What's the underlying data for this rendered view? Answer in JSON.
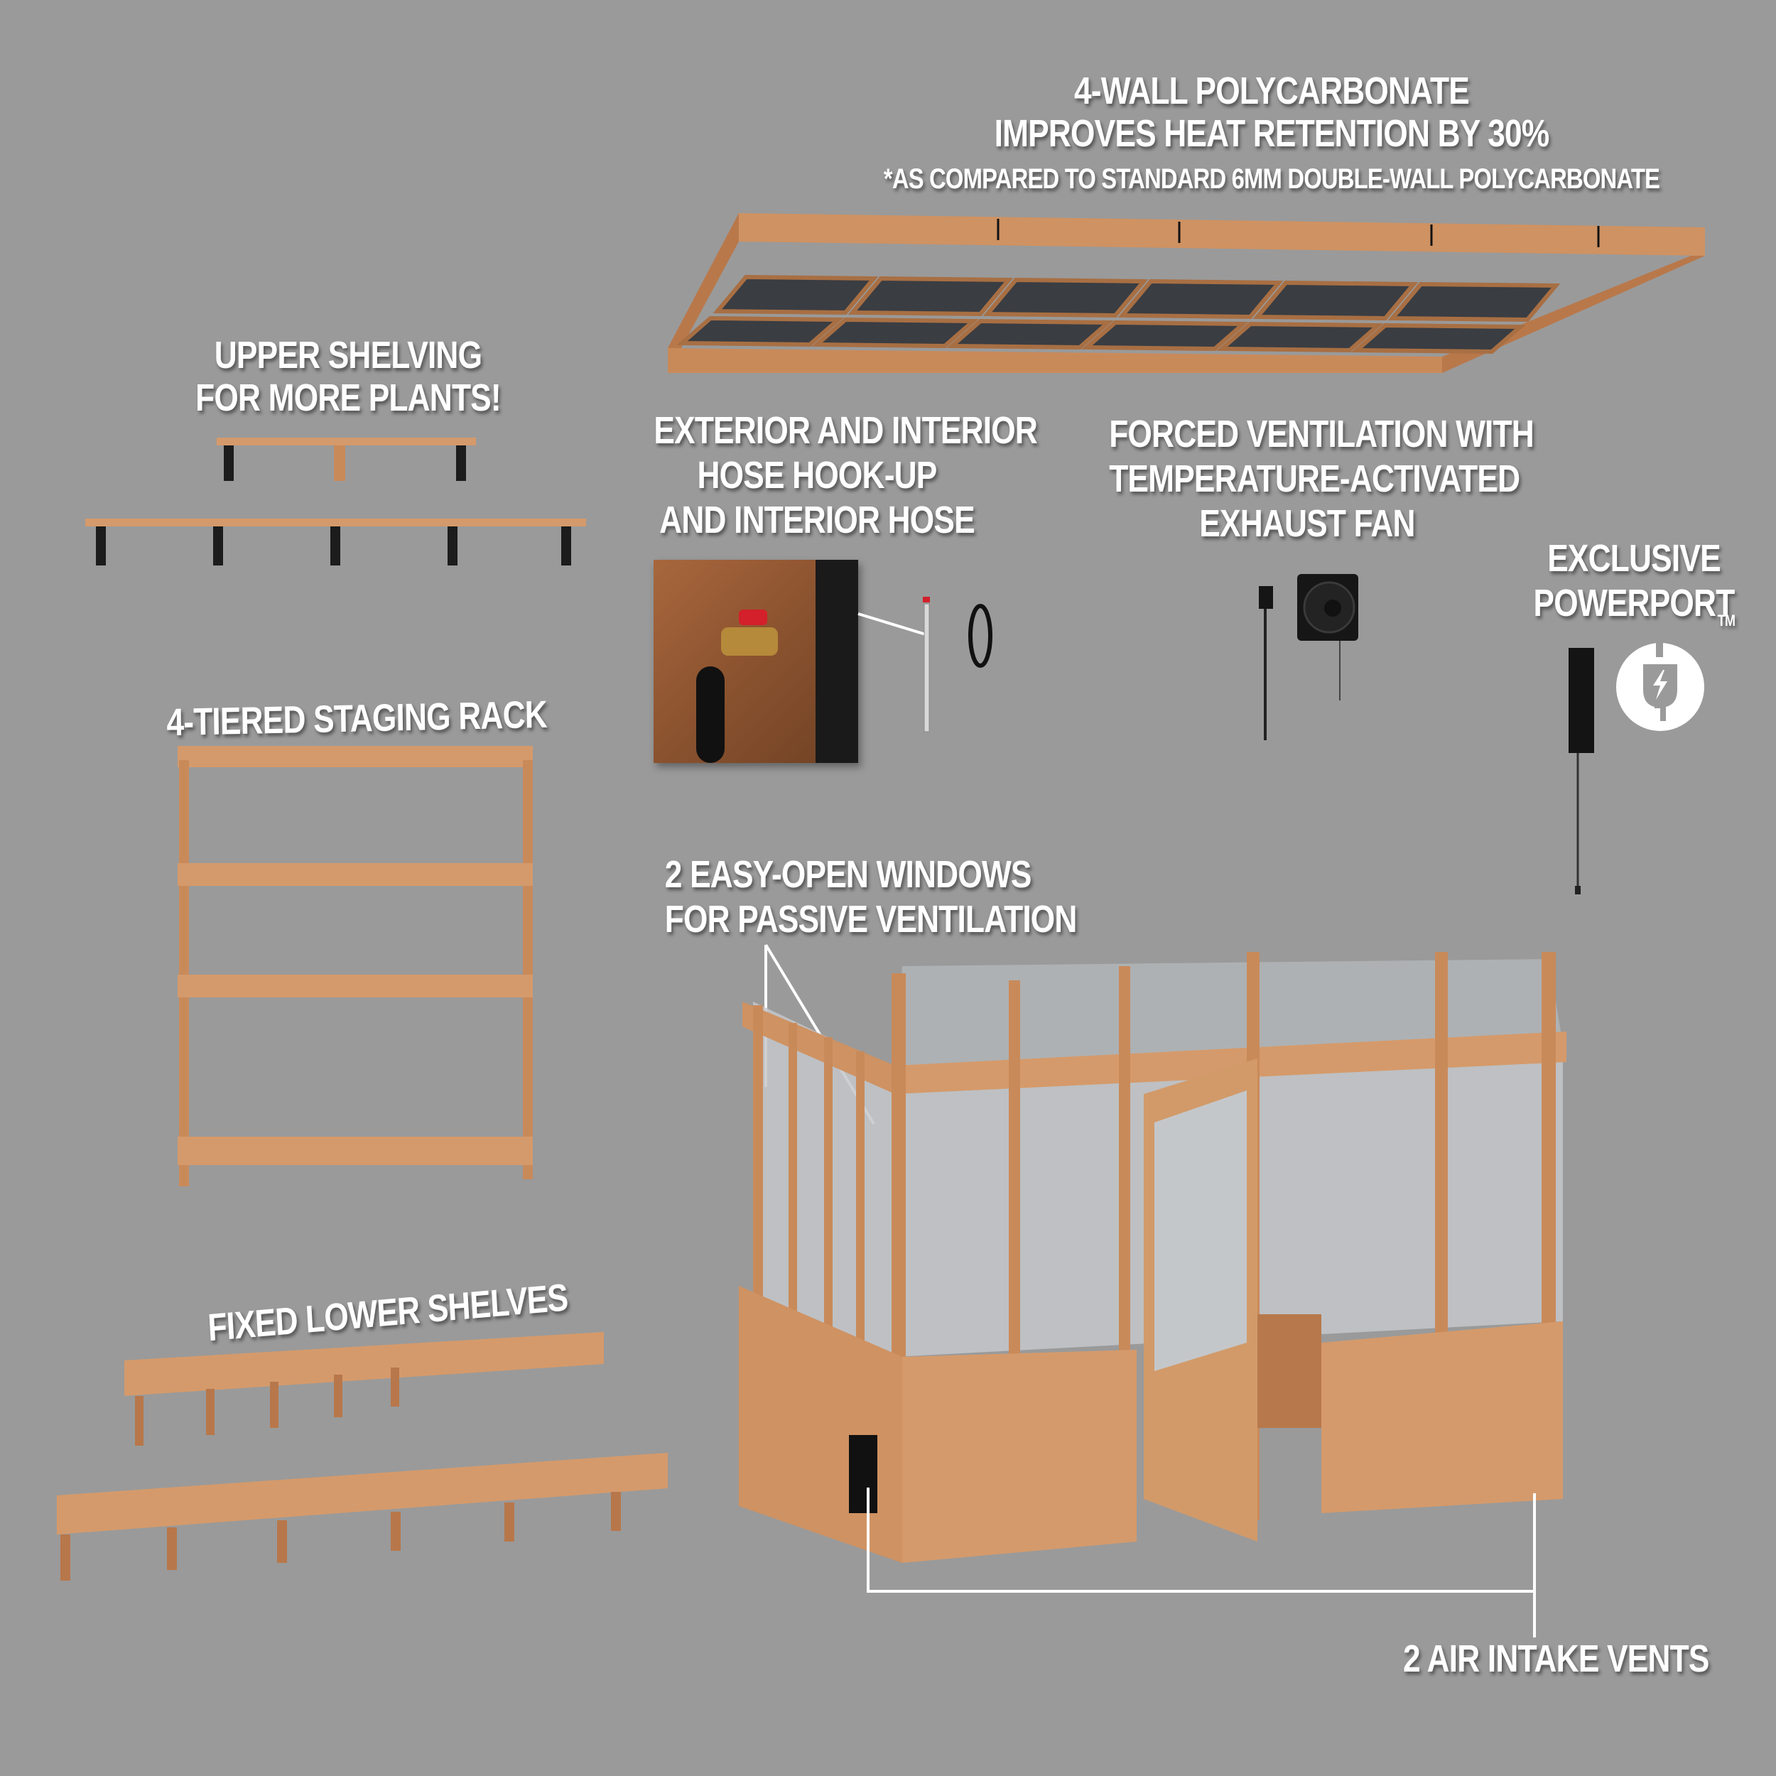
{
  "colors": {
    "background": "#9a9a9a",
    "wood": "#cf9262",
    "wood_dark": "#a86f43",
    "label_text": "#ffffff",
    "hardware": "#1b1b1b",
    "panel": "#c7c9cc"
  },
  "features": {
    "roof": {
      "lines": [
        "4-WALL POLYCARBONATE",
        "IMPROVES HEAT RETENTION BY 30%"
      ],
      "footnote": "*AS COMPARED TO STANDARD 6MM DOUBLE-WALL POLYCARBONATE",
      "image": "roof-frame-panel"
    },
    "upper_shelving": {
      "lines": [
        "UPPER SHELVING",
        "FOR MORE PLANTS!"
      ],
      "image": "upper-shelves-with-brackets"
    },
    "staging_rack": {
      "lines": [
        "4-TIERED STAGING RACK"
      ],
      "tiers": 4,
      "image": "staging-rack"
    },
    "lower_shelves": {
      "lines": [
        "FIXED LOWER SHELVES"
      ],
      "image": "lower-bench-shelves"
    },
    "hose": {
      "lines": [
        "EXTERIOR AND INTERIOR",
        "HOSE HOOK-UP",
        "AND INTERIOR HOSE"
      ],
      "photo": "spigot-hose-photo",
      "items": [
        "spigot-pipe",
        "coiled-hose"
      ]
    },
    "fan": {
      "lines": [
        "FORCED VENTILATION WITH",
        "TEMPERATURE-ACTIVATED",
        "EXHAUST FAN"
      ],
      "items": [
        "thermostat-sensor",
        "exhaust-fan"
      ]
    },
    "powerport": {
      "lines": [
        "EXCLUSIVE",
        "POWERPORT"
      ],
      "trademark": "TM",
      "icon": "plug-lightning-icon",
      "items": [
        "powerport-box"
      ]
    },
    "windows": {
      "lines": [
        "2 EASY-OPEN WINDOWS",
        "FOR PASSIVE VENTILATION"
      ],
      "count": 2
    },
    "vents": {
      "lines": [
        "2 AIR INTAKE VENTS"
      ],
      "count": 2
    }
  }
}
